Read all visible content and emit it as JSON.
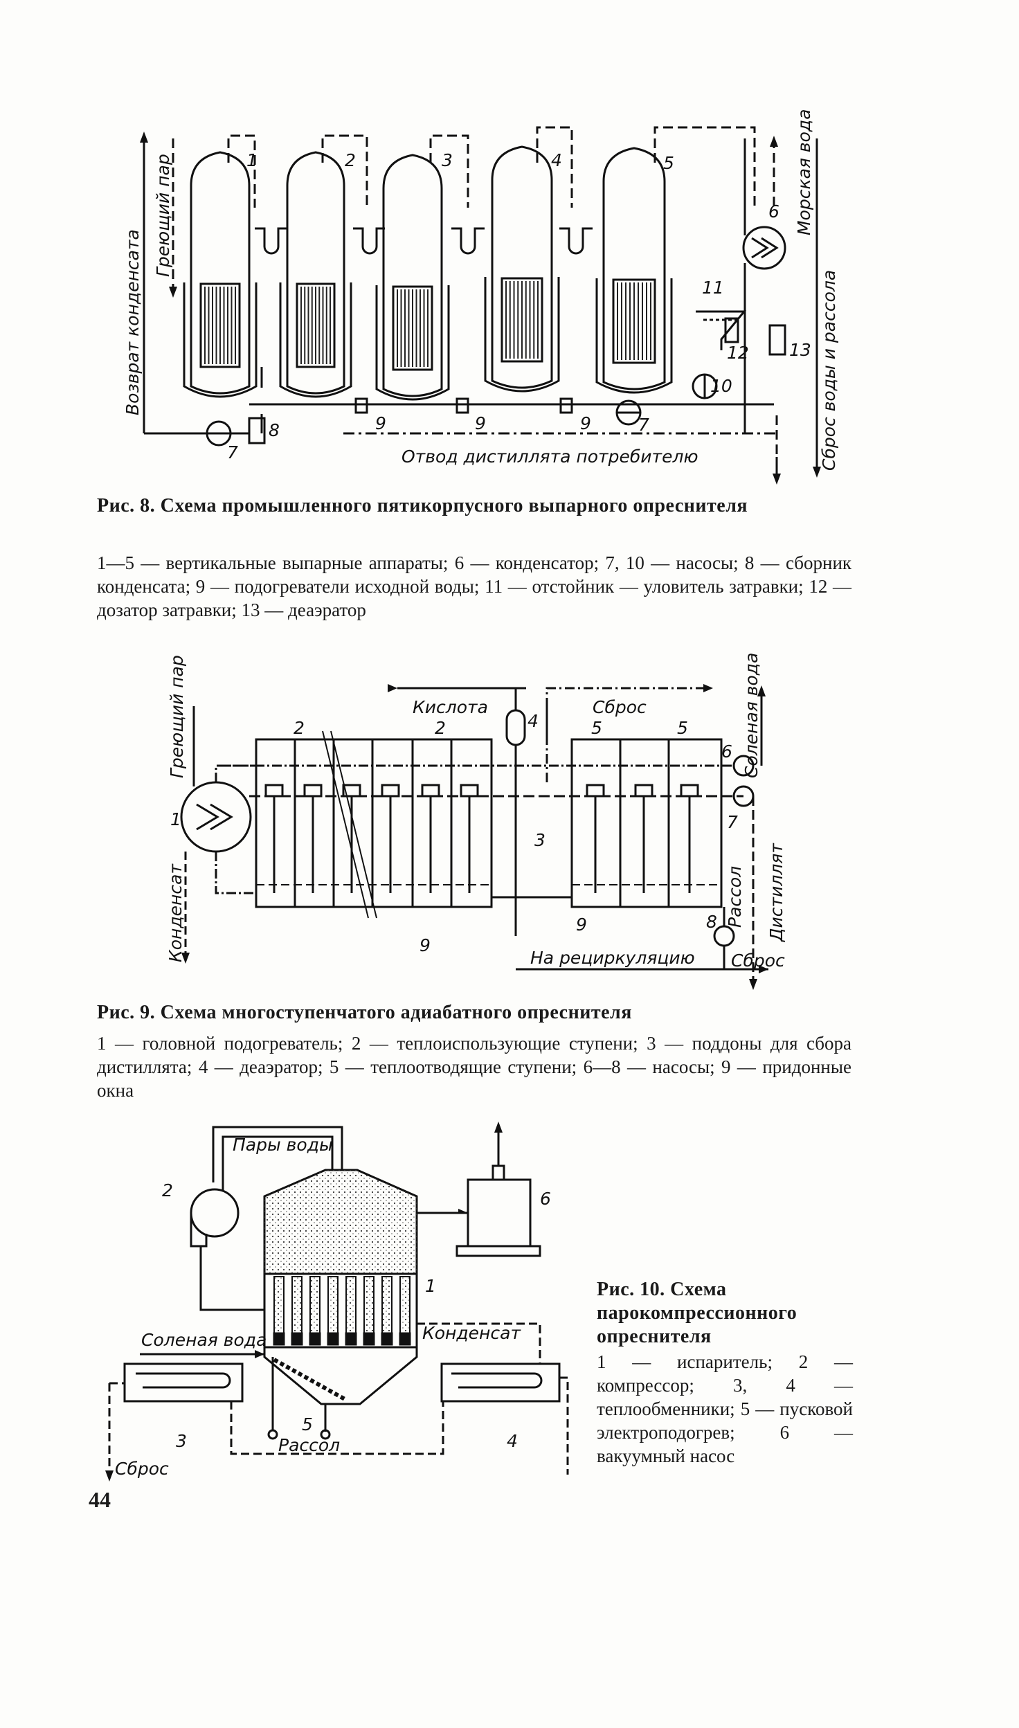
{
  "fig8": {
    "labels": {
      "return_condensate": "Возврат конденсата",
      "heating_steam": "Греющий пар",
      "sea_water": "Морская вода",
      "discharge": "Сброс воды и рассола",
      "distillate_out": "Отвод дистиллята потребителю"
    },
    "numbers": {
      "n1": "1",
      "n2": "2",
      "n3": "3",
      "n4": "4",
      "n5": "5",
      "n6": "6",
      "n7a": "7",
      "n7b": "7",
      "n8": "8",
      "n9a": "9",
      "n9b": "9",
      "n9c": "9",
      "n10": "10",
      "n11": "11",
      "n12": "12",
      "n13": "13"
    },
    "caption_title": "Рис. 8. Схема промышленного пятикорпусного выпарного опреснителя",
    "legend": [
      "1—5 — вертикальные выпарные аппараты;",
      "6 — конденсатор;",
      "7, 10 — насосы;",
      "8 — сборник конденсата;",
      "9 — подогреватели исходной воды;",
      "11 — отстойник — уловитель затравки;",
      "12 — дозатор затравки;",
      "13 — деаэратор"
    ]
  },
  "fig9": {
    "labels": {
      "heating_steam": "Греющий пар",
      "acid": "Кислота",
      "discharge_top": "Сброс",
      "salt_water": "Соленая вода",
      "condensate": "Конденсат",
      "distillate": "Дистиллят",
      "brine": "Рассол",
      "recirculation": "На рециркуляцию",
      "discharge_bottom": "Сброс"
    },
    "numbers": {
      "n1": "1",
      "n2a": "2",
      "n2b": "2",
      "n3": "3",
      "n4": "4",
      "n5a": "5",
      "n5b": "5",
      "n6": "6",
      "n7": "7",
      "n8": "8",
      "n9a": "9",
      "n9b": "9"
    },
    "caption_title": "Рис. 9. Схема многоступенчатого адиабатного опреснителя",
    "legend": [
      "1 — головной подогреватель;",
      "2 — теплоиспользующие ступени;",
      "3 — поддоны для сбора дистиллята;",
      "4 — деаэратор;",
      "5 — теплоотводящие ступени;",
      "6—8 — насосы;",
      "9 — придонные окна"
    ]
  },
  "fig10": {
    "labels": {
      "water_vapor": "Пары воды",
      "salt_water": "Соленая вода",
      "condensate": "Конденсат",
      "discharge": "Сброс",
      "brine": "Рассол"
    },
    "numbers": {
      "n1": "1",
      "n2": "2",
      "n3": "3",
      "n4": "4",
      "n5": "5",
      "n6": "6"
    },
    "caption_title": "Рис. 10. Схема парокомпрессионного опреснителя",
    "legend": [
      "1 — испаритель;",
      "2 — компрессор;",
      "3, 4 — теплообменники;",
      "5 — пусковой электроподогрев;",
      "6 — вакуумный насос"
    ]
  },
  "page_number": "44"
}
